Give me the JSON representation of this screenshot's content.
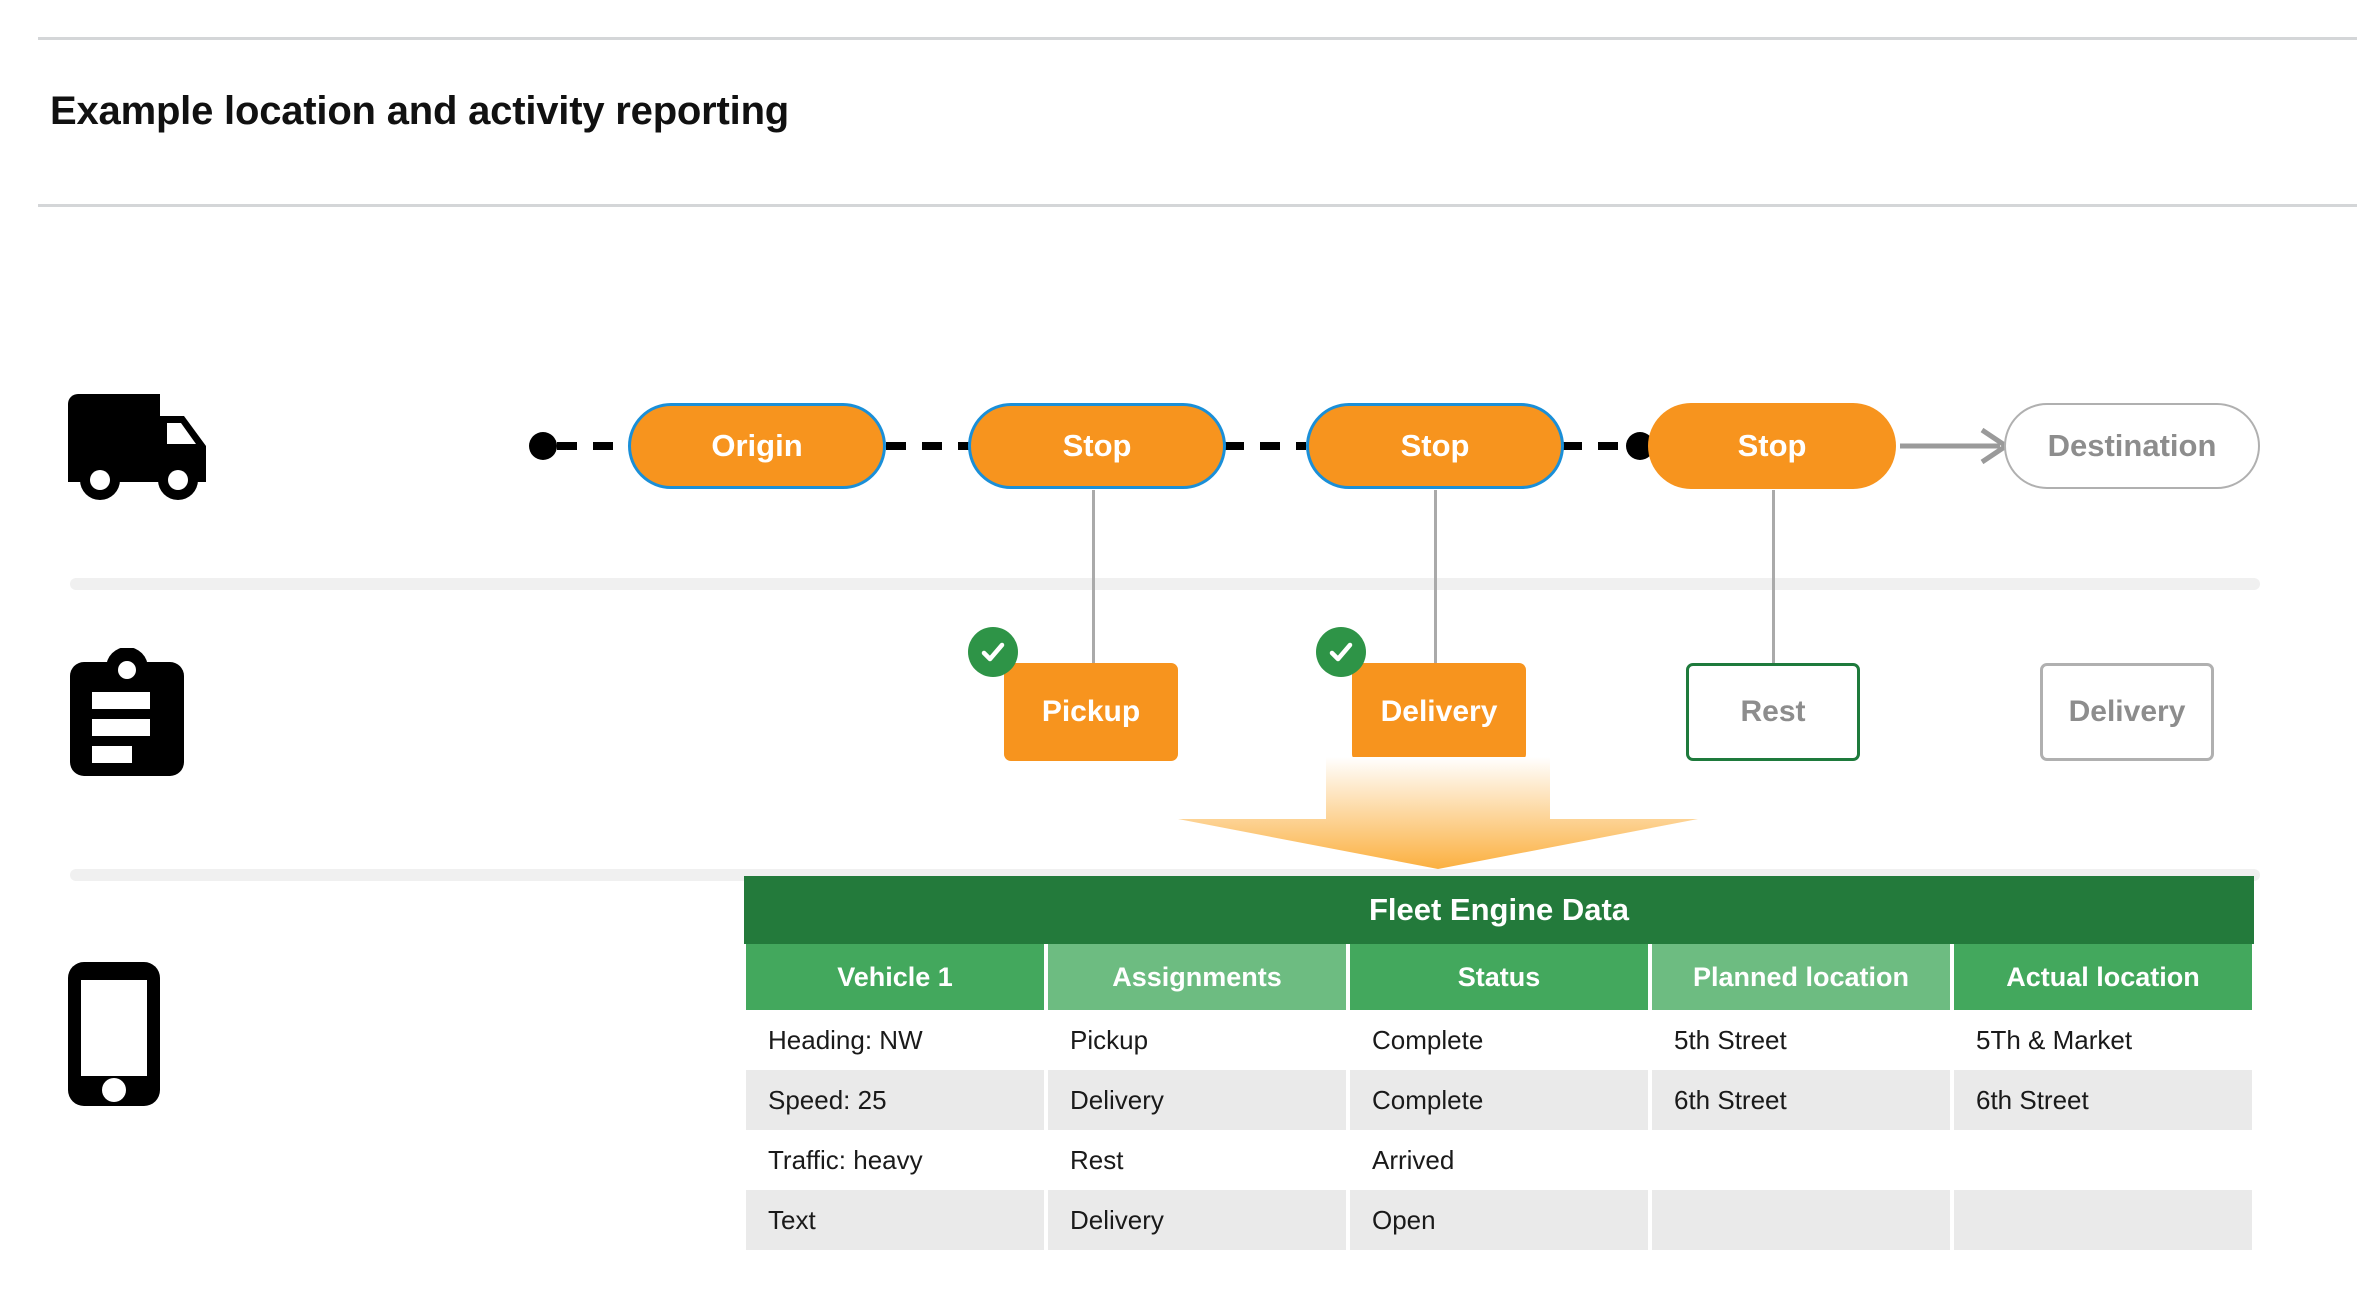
{
  "page": {
    "title": "Example location and activity reporting"
  },
  "rails": [
    {
      "icon": "truck-icon",
      "label": "vehicle-row"
    },
    {
      "icon": "clipboard-icon",
      "label": "activity-row"
    },
    {
      "icon": "phone-icon",
      "label": "device-row"
    }
  ],
  "route": {
    "stops": [
      {
        "label": "Origin",
        "style": "bordered"
      },
      {
        "label": "Stop",
        "style": "bordered"
      },
      {
        "label": "Stop",
        "style": "bordered"
      },
      {
        "label": "Stop",
        "style": "plain"
      },
      {
        "label": "Destination",
        "style": "ghost"
      }
    ]
  },
  "activities": [
    {
      "label": "Pickup",
      "style": "filled",
      "checked": true
    },
    {
      "label": "Delivery",
      "style": "filled",
      "checked": true
    },
    {
      "label": "Rest",
      "style": "outline-green",
      "checked": false
    },
    {
      "label": "Delivery",
      "style": "outline-gray",
      "checked": false
    }
  ],
  "table": {
    "title": "Fleet Engine Data",
    "columns": [
      "Vehicle 1",
      "Assignments",
      "Status",
      "Planned location",
      "Actual location"
    ],
    "rows": [
      [
        "Heading: NW",
        "Pickup",
        "Complete",
        "5th Street",
        "5Th & Market"
      ],
      [
        "Speed: 25",
        "Delivery",
        "Complete",
        "6th Street",
        "6th Street"
      ],
      [
        "Traffic: heavy",
        "Rest",
        "Arrived",
        "",
        ""
      ],
      [
        "Text",
        "Delivery",
        "Open",
        "",
        ""
      ]
    ]
  },
  "colors": {
    "orange": "#f7941e",
    "blue_border": "#1a8fd8",
    "green_badge": "#2e9447",
    "green_title": "#237a3b",
    "green_header_a": "#43a85d",
    "green_header_b": "#6dbc81",
    "gray_ghost": "#8d8d8d",
    "row_alt": "#eaeaea"
  }
}
